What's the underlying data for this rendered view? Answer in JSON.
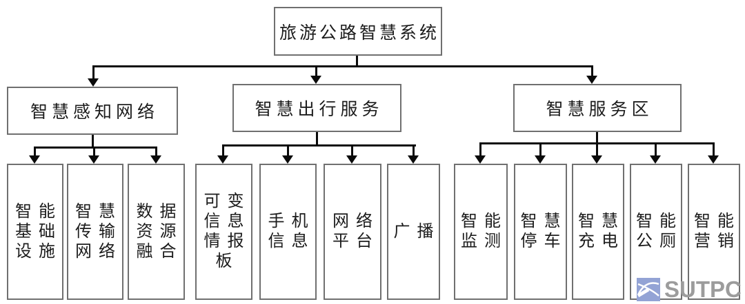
{
  "diagram": {
    "root": {
      "label": "旅游公路智慧系统"
    },
    "branches": [
      {
        "label": "智慧感知网络",
        "children": [
          {
            "name": "smart-infrastructure",
            "lines": [
              "智能",
              "基础",
              "设施"
            ]
          },
          {
            "name": "smart-transmission-network",
            "lines": [
              "智慧",
              "传输",
              "网络"
            ]
          },
          {
            "name": "data-resource-fusion",
            "lines": [
              "数据",
              "资源",
              "融合"
            ]
          }
        ]
      },
      {
        "label": "智慧出行服务",
        "children": [
          {
            "name": "variable-message-sign",
            "lines": [
              "可变",
              "信息",
              "情报",
              "板"
            ]
          },
          {
            "name": "mobile-information",
            "lines": [
              "手机",
              "信息"
            ]
          },
          {
            "name": "network-platform",
            "lines": [
              "网络",
              "平台"
            ]
          },
          {
            "name": "broadcast",
            "lines": [
              "广播"
            ]
          }
        ]
      },
      {
        "label": "智慧服务区",
        "children": [
          {
            "name": "smart-monitoring",
            "lines": [
              "智能",
              "监测"
            ]
          },
          {
            "name": "smart-parking",
            "lines": [
              "智慧",
              "停车"
            ]
          },
          {
            "name": "smart-charging",
            "lines": [
              "智慧",
              "充电"
            ]
          },
          {
            "name": "smart-toilet",
            "lines": [
              "智能",
              "公厕"
            ]
          },
          {
            "name": "smart-marketing",
            "lines": [
              "智能",
              "营销"
            ]
          }
        ]
      }
    ]
  },
  "logo": {
    "text": "SUTPC"
  },
  "colors": {
    "background": "#ffffff",
    "text": "#1c1c1c",
    "box_border": "#6f6f6f",
    "connector": "#0a0a0a",
    "logo_square": "#93a3d5",
    "logo_mark": "#ffffff",
    "logo_text": "#9c9c9c"
  }
}
